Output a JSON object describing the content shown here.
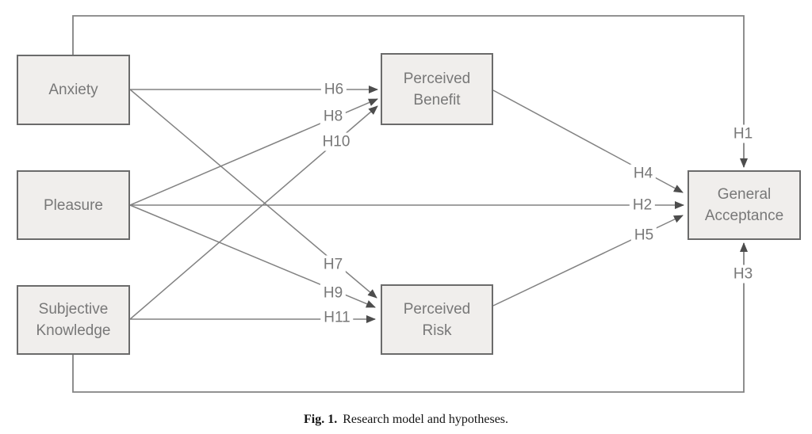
{
  "figure": {
    "caption_label": "Fig. 1.",
    "caption_text": "Research model and hypotheses."
  },
  "nodes": [
    {
      "id": "anxiety",
      "label": "Anxiety"
    },
    {
      "id": "pleasure",
      "label": "Pleasure"
    },
    {
      "id": "subjective-knowledge",
      "label": "Subjective Knowledge"
    },
    {
      "id": "perceived-benefit",
      "label": "Perceived Benefit"
    },
    {
      "id": "perceived-risk",
      "label": "Perceived Risk"
    },
    {
      "id": "general-acceptance",
      "label": "General Acceptance"
    }
  ],
  "edges": [
    {
      "label": "H1",
      "from": "Anxiety",
      "to": "General Acceptance"
    },
    {
      "label": "H2",
      "from": "Pleasure",
      "to": "General Acceptance"
    },
    {
      "label": "H3",
      "from": "Subjective Knowledge",
      "to": "General Acceptance"
    },
    {
      "label": "H4",
      "from": "Perceived Benefit",
      "to": "General Acceptance"
    },
    {
      "label": "H5",
      "from": "Perceived Risk",
      "to": "General Acceptance"
    },
    {
      "label": "H6",
      "from": "Anxiety",
      "to": "Perceived Benefit"
    },
    {
      "label": "H7",
      "from": "Anxiety",
      "to": "Perceived Risk"
    },
    {
      "label": "H8",
      "from": "Pleasure",
      "to": "Perceived Benefit"
    },
    {
      "label": "H9",
      "from": "Pleasure",
      "to": "Perceived Risk"
    },
    {
      "label": "H10",
      "from": "Subjective Knowledge",
      "to": "Perceived Benefit"
    },
    {
      "label": "H11",
      "from": "Subjective Knowledge",
      "to": "Perceived Risk"
    }
  ],
  "colors": {
    "box_fill": "#f0eeec",
    "box_border": "#6b6b6b",
    "line": "#828282",
    "arrowhead": "#4d4d4d",
    "node_text": "#787878",
    "caption_text": "#141414",
    "background": "#ffffff"
  }
}
